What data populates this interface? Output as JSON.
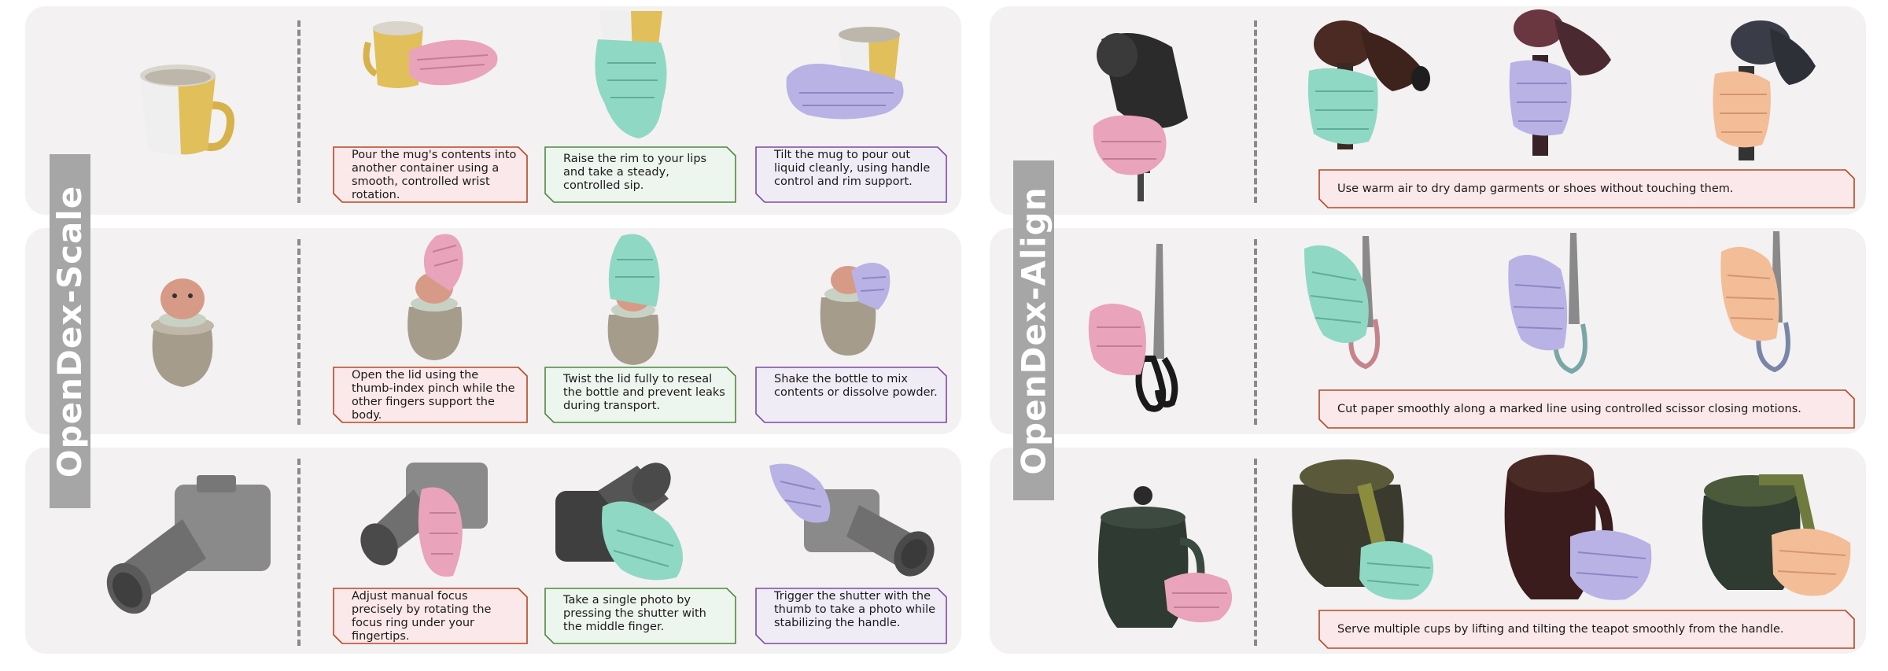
{
  "colors": {
    "panel_bg": "#f3f1f2",
    "label_bg": "#a6a6a6",
    "hand_pink": "#e9a3bb",
    "hand_mint": "#8fd8c4",
    "hand_lavender": "#b9b2e4",
    "hand_peach": "#f3bd98",
    "border_pink": "#b9471f",
    "fill_pink": "#fbe8ea",
    "border_green": "#4e8a3c",
    "fill_green": "#edf5ef",
    "border_purple": "#7d4aa5",
    "fill_purple": "#f0ecf6"
  },
  "left": {
    "title": "OpenDex-Scale",
    "rows": [
      {
        "object": "mug",
        "captions": [
          "Pour the mug's contents into another container using a smooth, controlled wrist rotation.",
          "Raise the rim to your lips and take a steady, controlled sip.",
          "Tilt the mug to pour out liquid cleanly, using handle control and rim support."
        ]
      },
      {
        "object": "bottle",
        "captions": [
          "Open the lid using the thumb-index pinch while the other fingers support the body.",
          "Twist the lid fully to reseal the bottle and prevent leaks during transport.",
          "Shake the bottle to mix contents or dissolve powder."
        ]
      },
      {
        "object": "camera",
        "captions": [
          "Adjust manual focus precisely by rotating the focus ring under your fingertips.",
          "Take a single photo by pressing the shutter with the middle finger.",
          "Trigger the shutter with the thumb to take a photo while stabilizing the handle."
        ]
      }
    ]
  },
  "right": {
    "title": "OpenDex-Align",
    "rows": [
      {
        "object": "hair-dryer",
        "caption": "Use warm air to dry damp garments or shoes without touching them."
      },
      {
        "object": "scissors",
        "caption": "Cut paper smoothly along a marked line using controlled scissor closing motions."
      },
      {
        "object": "teapot",
        "caption": "Serve multiple cups by lifting and tilting the teapot smoothly from the handle."
      }
    ]
  }
}
